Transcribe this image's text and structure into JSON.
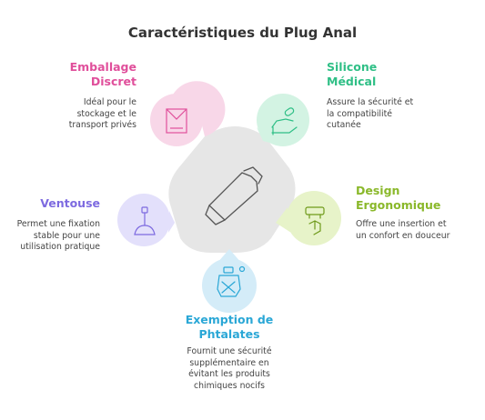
{
  "title": "Caractéristiques du Plug Anal",
  "features": {
    "emballage": {
      "title_lines": [
        "Emballage",
        "Discret"
      ],
      "desc_lines": [
        "Idéal pour le",
        "stockage et le",
        "transport privés"
      ],
      "color": "#e04f9b",
      "icon": "box-icon"
    },
    "silicone": {
      "title_lines": [
        "Silicone",
        "Médical"
      ],
      "desc_lines": [
        "Assure la sécurité et",
        "la compatibilité",
        "cutanée"
      ],
      "color": "#2fbf86",
      "icon": "hand-pill-icon"
    },
    "design": {
      "title_lines": [
        "Design",
        "Ergonomique"
      ],
      "desc_lines": [
        "Offre une insertion et",
        "un confort en douceur"
      ],
      "color": "#8ab82a",
      "icon": "gesture-icon"
    },
    "ventouse": {
      "title_lines": [
        "Ventouse"
      ],
      "desc_lines": [
        "Permet une fixation",
        "stable pour une",
        "utilisation pratique"
      ],
      "color": "#7d6ae0",
      "icon": "plunger-icon"
    },
    "phtalates": {
      "title_lines": [
        "Exemption de",
        "Phtalates"
      ],
      "desc_lines": [
        "Fournit une sécurité",
        "supplémentaire en",
        "évitant les produits",
        "chimiques nocifs"
      ],
      "color": "#2aa7d6",
      "icon": "bottle-icon"
    }
  },
  "center_icon": "plug-icon"
}
